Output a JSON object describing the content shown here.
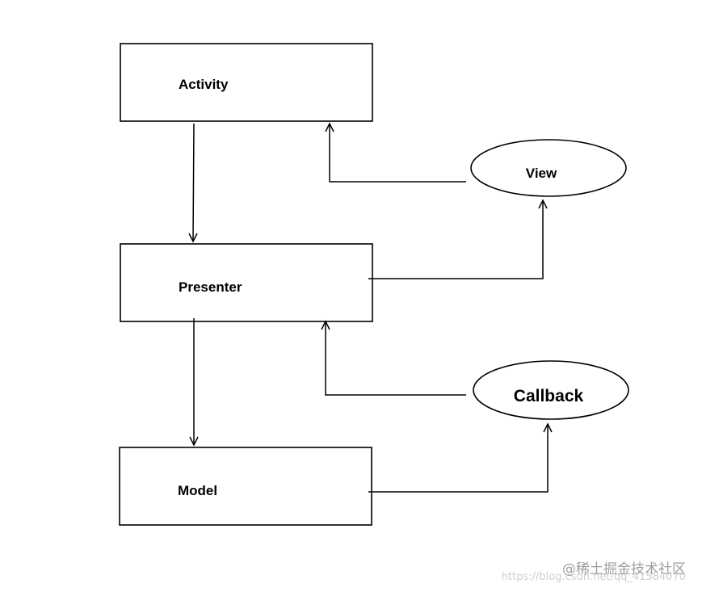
{
  "diagram": {
    "nodes": {
      "activity": "Activity",
      "presenter": "Presenter",
      "model": "Model",
      "view": "View",
      "callback": "Callback"
    },
    "edges": [
      {
        "from": "Activity",
        "to": "Presenter"
      },
      {
        "from": "View",
        "to": "Activity"
      },
      {
        "from": "Presenter",
        "to": "View"
      },
      {
        "from": "Presenter",
        "to": "Model"
      },
      {
        "from": "Callback",
        "to": "Presenter"
      },
      {
        "from": "Model",
        "to": "Callback"
      }
    ]
  },
  "watermark": {
    "brand": "@稀土掘金技术社区",
    "url": "https://blog.csdn.net/qq_41584070"
  }
}
